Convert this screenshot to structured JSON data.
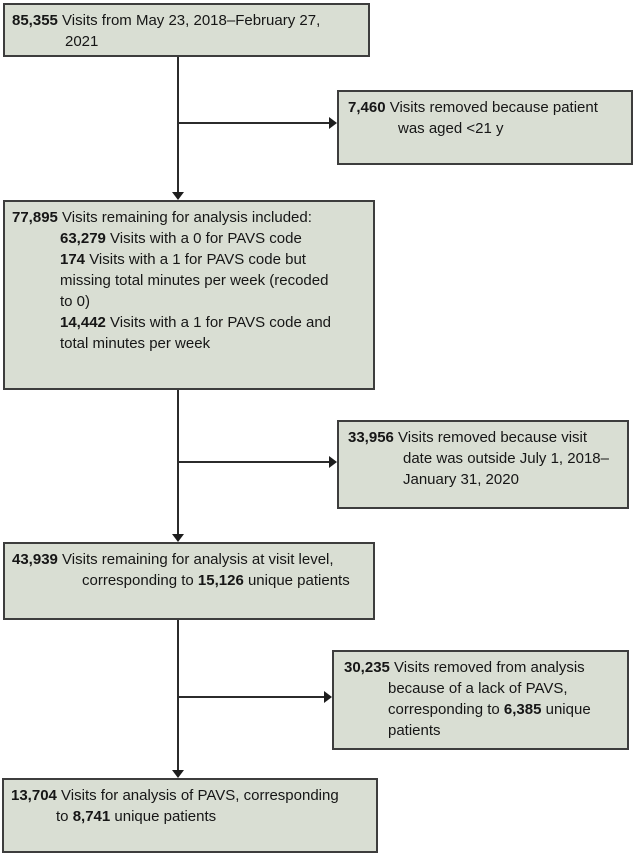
{
  "figure": {
    "type": "flow-diagram",
    "description_topic": "Visit inclusion/exclusion flow for PAVS analysis",
    "colors": {
      "box_fill": "#d9ded3",
      "box_border": "#3d3d3d",
      "arrow": "#1d1d1d",
      "text": "#161616",
      "background": "#ffffff"
    }
  },
  "boxes": {
    "box1": {
      "lines": [
        [
          {
            "t": "85,355",
            "bold": true
          },
          {
            "t": " Visits from May 23, 2018–February 27,",
            "bold": false
          }
        ],
        [
          {
            "t": "2021",
            "bold": false
          }
        ]
      ]
    },
    "box2": {
      "lines": [
        [
          {
            "t": "7,460",
            "bold": true
          },
          {
            "t": " Visits removed because patient",
            "bold": false
          }
        ],
        [
          {
            "t": "was aged <21 y",
            "bold": false
          }
        ]
      ]
    },
    "box3": {
      "lines": [
        [
          {
            "t": "77,895",
            "bold": true
          },
          {
            "t": " Visits remaining for analysis included:",
            "bold": false
          }
        ],
        [
          {
            "t": "63,279",
            "bold": true
          },
          {
            "t": " Visits with a 0 for PAVS code",
            "bold": false
          }
        ],
        [
          {
            "t": "174",
            "bold": true
          },
          {
            "t": " Visits with a 1 for PAVS code but",
            "bold": false
          }
        ],
        [
          {
            "t": "missing total minutes per week (recoded",
            "bold": false
          }
        ],
        [
          {
            "t": "to 0)",
            "bold": false
          }
        ],
        [
          {
            "t": "14,442",
            "bold": true
          },
          {
            "t": " Visits with a 1 for PAVS code and",
            "bold": false
          }
        ],
        [
          {
            "t": "total minutes per week",
            "bold": false
          }
        ]
      ]
    },
    "box4": {
      "lines": [
        [
          {
            "t": "33,956",
            "bold": true
          },
          {
            "t": " Visits removed because visit",
            "bold": false
          }
        ],
        [
          {
            "t": "date was outside July 1, 2018–",
            "bold": false
          }
        ],
        [
          {
            "t": "January 31, 2020",
            "bold": false
          }
        ]
      ]
    },
    "box5": {
      "lines": [
        [
          {
            "t": "43,939",
            "bold": true
          },
          {
            "t": " Visits remaining for analysis at visit level,",
            "bold": false
          }
        ],
        [
          {
            "t": "corresponding to ",
            "bold": false
          },
          {
            "t": "15,126",
            "bold": true
          },
          {
            "t": " unique patients",
            "bold": false
          }
        ]
      ]
    },
    "box6": {
      "lines": [
        [
          {
            "t": "30,235",
            "bold": true
          },
          {
            "t": " Visits removed from analysis",
            "bold": false
          }
        ],
        [
          {
            "t": "because of a lack of PAVS,",
            "bold": false
          }
        ],
        [
          {
            "t": "corresponding to ",
            "bold": false
          },
          {
            "t": "6,385",
            "bold": true
          },
          {
            "t": " unique",
            "bold": false
          }
        ],
        [
          {
            "t": "patients",
            "bold": false
          }
        ]
      ]
    },
    "box7": {
      "lines": [
        [
          {
            "t": "13,704",
            "bold": true
          },
          {
            "t": " Visits for analysis of PAVS, corresponding",
            "bold": false
          }
        ],
        [
          {
            "t": "to ",
            "bold": false
          },
          {
            "t": "8,741",
            "bold": true
          },
          {
            "t": " unique patients",
            "bold": false
          }
        ]
      ]
    }
  }
}
